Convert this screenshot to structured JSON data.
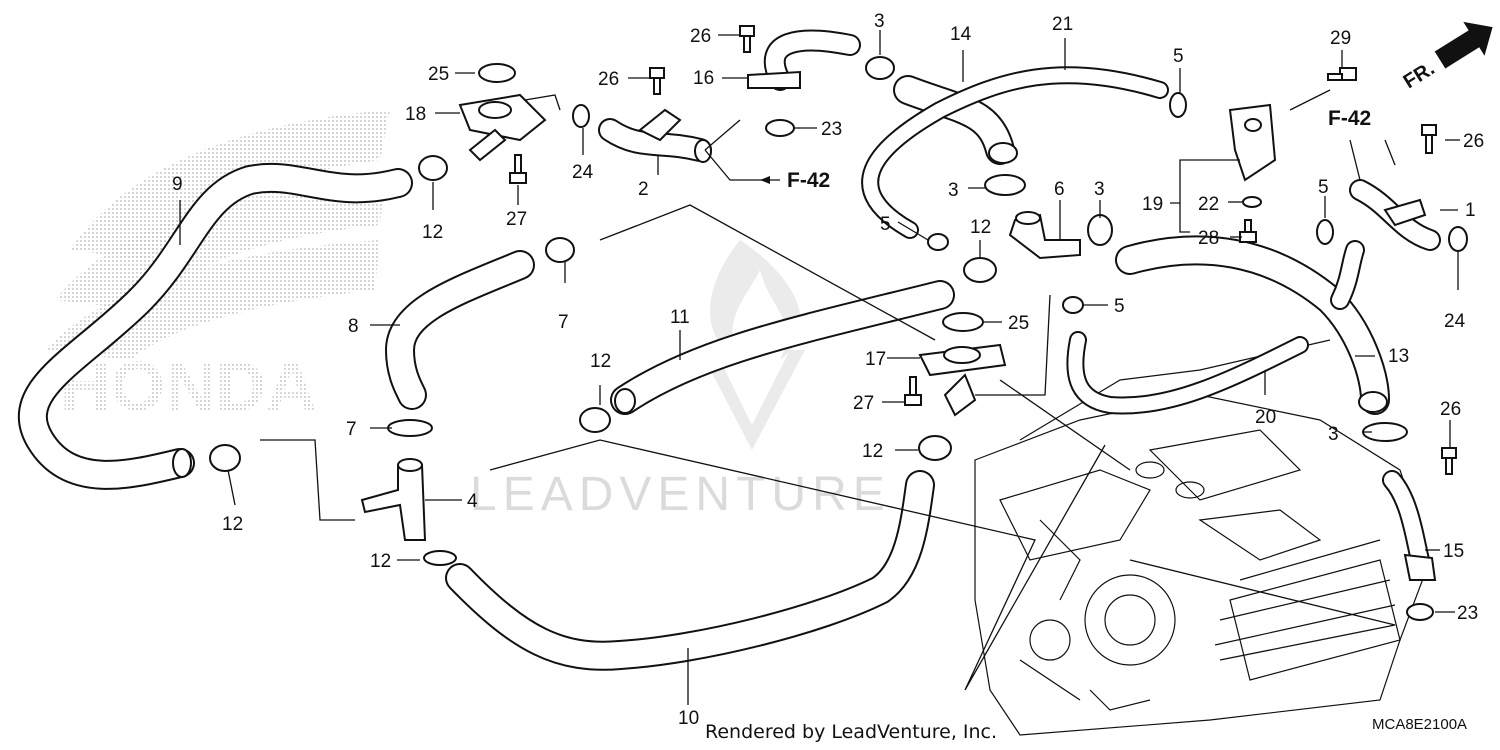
{
  "diagram": {
    "parts": [
      {
        "id": "p1",
        "label": "1"
      },
      {
        "id": "p2",
        "label": "2"
      },
      {
        "id": "p3a",
        "label": "3"
      },
      {
        "id": "p3b",
        "label": "3"
      },
      {
        "id": "p3c",
        "label": "3"
      },
      {
        "id": "p3d",
        "label": "3"
      },
      {
        "id": "p4",
        "label": "4"
      },
      {
        "id": "p5a",
        "label": "5"
      },
      {
        "id": "p5b",
        "label": "5"
      },
      {
        "id": "p5c",
        "label": "5"
      },
      {
        "id": "p5d",
        "label": "5"
      },
      {
        "id": "p6",
        "label": "6"
      },
      {
        "id": "p7a",
        "label": "7"
      },
      {
        "id": "p7b",
        "label": "7"
      },
      {
        "id": "p8",
        "label": "8"
      },
      {
        "id": "p9",
        "label": "9"
      },
      {
        "id": "p10",
        "label": "10"
      },
      {
        "id": "p11",
        "label": "11"
      },
      {
        "id": "p12a",
        "label": "12"
      },
      {
        "id": "p12b",
        "label": "12"
      },
      {
        "id": "p12c",
        "label": "12"
      },
      {
        "id": "p12d",
        "label": "12"
      },
      {
        "id": "p12e",
        "label": "12"
      },
      {
        "id": "p12f",
        "label": "12"
      },
      {
        "id": "p13",
        "label": "13"
      },
      {
        "id": "p14",
        "label": "14"
      },
      {
        "id": "p15",
        "label": "15"
      },
      {
        "id": "p16",
        "label": "16"
      },
      {
        "id": "p17",
        "label": "17"
      },
      {
        "id": "p18",
        "label": "18"
      },
      {
        "id": "p19",
        "label": "19"
      },
      {
        "id": "p20",
        "label": "20"
      },
      {
        "id": "p21",
        "label": "21"
      },
      {
        "id": "p22",
        "label": "22"
      },
      {
        "id": "p23a",
        "label": "23"
      },
      {
        "id": "p23b",
        "label": "23"
      },
      {
        "id": "p24a",
        "label": "24"
      },
      {
        "id": "p24b",
        "label": "24"
      },
      {
        "id": "p25a",
        "label": "25"
      },
      {
        "id": "p25b",
        "label": "25"
      },
      {
        "id": "p26a",
        "label": "26"
      },
      {
        "id": "p26b",
        "label": "26"
      },
      {
        "id": "p26c",
        "label": "26"
      },
      {
        "id": "p26d",
        "label": "26"
      },
      {
        "id": "p27a",
        "label": "27"
      },
      {
        "id": "p27b",
        "label": "27"
      },
      {
        "id": "p28",
        "label": "28"
      },
      {
        "id": "p29",
        "label": "29"
      }
    ],
    "refs": {
      "f42_left": "F-42",
      "f42_right": "F-42"
    },
    "front_label": "FR.",
    "watermarks": {
      "honda": "HONDA",
      "leadventure": "LEADVENTURE"
    },
    "credit": "Rendered by LeadVenture, Inc.",
    "drawing_code": "MCA8E2100A"
  }
}
